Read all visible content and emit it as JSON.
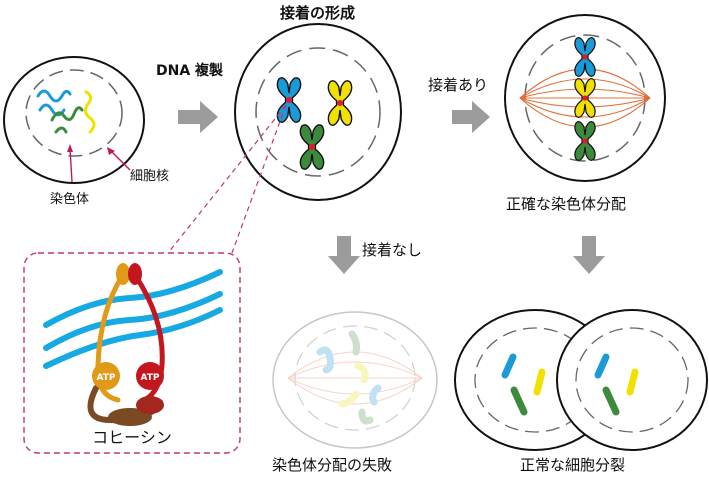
{
  "labels": {
    "cohesion_formation": "接着の形成",
    "dna_replication": "DNA 複製",
    "with_cohesion": "接着あり",
    "without_cohesion": "接着なし",
    "nucleus": "細胞核",
    "chromosome": "染色体",
    "correct_segregation": "正確な染色体分配",
    "failed_segregation": "染色体分配の失敗",
    "normal_division": "正常な細胞分裂",
    "cohesin": "コヒーシン",
    "atp_left": "ATP",
    "atp_right": "ATP"
  },
  "colors": {
    "blue": "#1a9ad6",
    "yellow": "#f2e100",
    "green": "#3c8a3c",
    "red_centromere": "#e01b2e",
    "spindle": "#e0703a",
    "arrow_gray": "#9b9b9b",
    "cohesin_orange": "#e09a17",
    "cohesin_red": "#c4161f",
    "cohesin_brown": "#7a4a24",
    "dna_blue": "#16a9e3",
    "dashed_pink": "#c0337a",
    "pointer_pink": "#c2185b"
  }
}
